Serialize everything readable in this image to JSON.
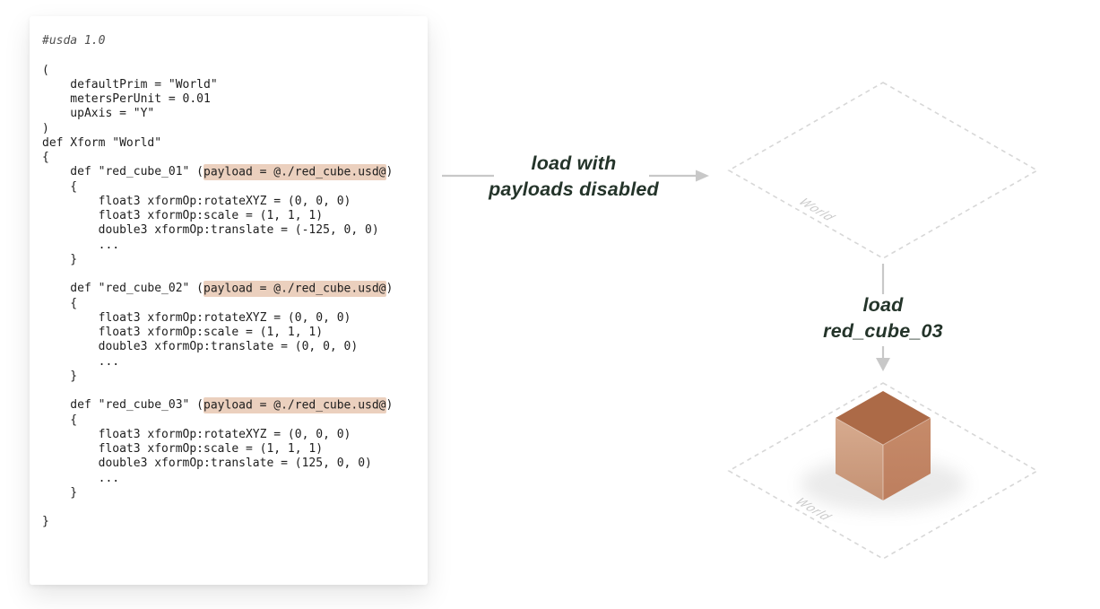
{
  "diagram": {
    "code_panel": {
      "language": "usda",
      "highlight_text": "payload = @./red_cube.usd@",
      "highlight_color": "#EBD0BE",
      "lines": [
        "#usda 1.0",
        "",
        "(",
        "    defaultPrim = \"World\"",
        "    metersPerUnit = 0.01",
        "    upAxis = \"Y\"",
        ")",
        "def Xform \"World\"",
        "{",
        "    def \"red_cube_01\" (payload = @./red_cube.usd@)",
        "    {",
        "        float3 xformOp:rotateXYZ = (0, 0, 0)",
        "        float3 xformOp:scale = (1, 1, 1)",
        "        double3 xformOp:translate = (-125, 0, 0)",
        "        ...",
        "    }",
        "",
        "    def \"red_cube_02\" (payload = @./red_cube.usd@)",
        "    {",
        "        float3 xformOp:rotateXYZ = (0, 0, 0)",
        "        float3 xformOp:scale = (1, 1, 1)",
        "        double3 xformOp:translate = (0, 0, 0)",
        "        ...",
        "    }",
        "",
        "    def \"red_cube_03\" (payload = @./red_cube.usd@)",
        "    {",
        "        float3 xformOp:rotateXYZ = (0, 0, 0)",
        "        float3 xformOp:scale = (1, 1, 1)",
        "        double3 xformOp:translate = (125, 0, 0)",
        "        ...",
        "    }",
        "",
        "}"
      ]
    },
    "arrow_right": {
      "label_lines": [
        "load with",
        "payloads disabled"
      ]
    },
    "arrow_down": {
      "label_lines": [
        "load",
        "red_cube_03"
      ]
    },
    "stage_before": {
      "world_label": "World"
    },
    "stage_after": {
      "world_label": "World"
    },
    "colors": {
      "label_text": "#24342A",
      "arrow": "#C8C8C8",
      "dashed_outline": "#D7D7D7",
      "world_label": "#C9C9C9",
      "code_text": "#1D1D1D",
      "code_comment": "#4F4F4F",
      "cube_top": "#AC6A47",
      "cube_left_light": "#D7AB8F",
      "cube_left_dark": "#C49173",
      "cube_right_light": "#C68B6A",
      "cube_right_dark": "#BD7E5E"
    }
  }
}
